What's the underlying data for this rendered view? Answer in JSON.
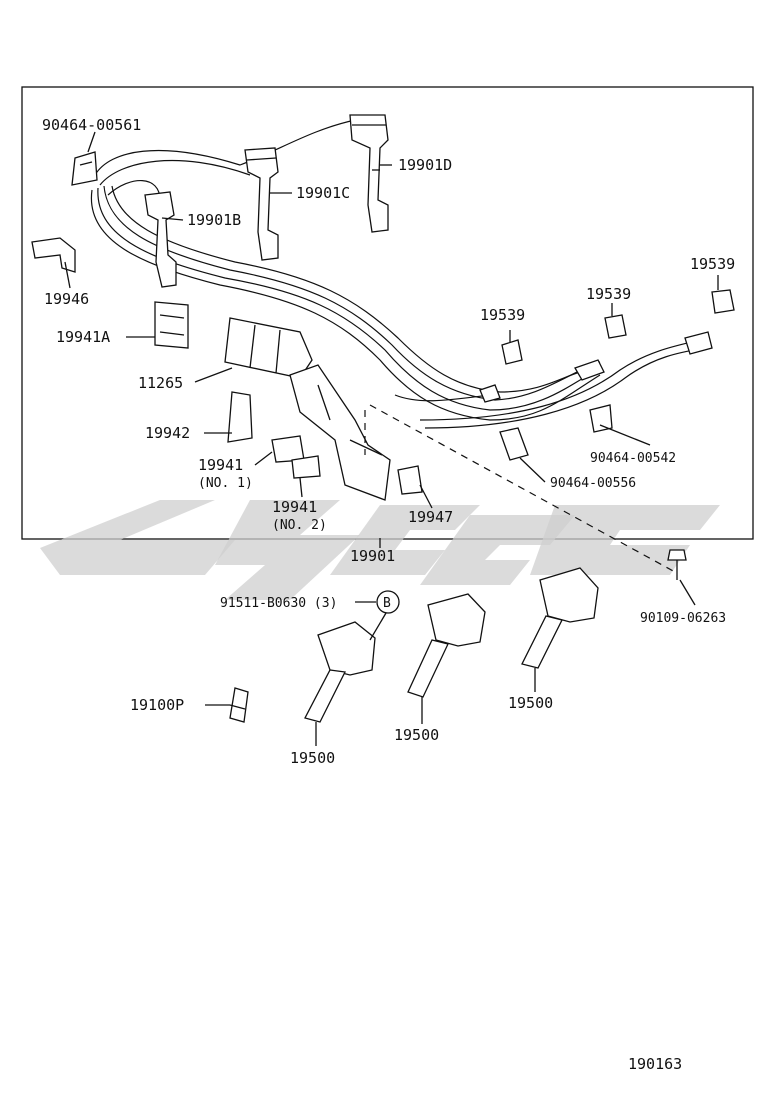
{
  "labels": {
    "p90464_00561": "90464-00561",
    "p19901D": "19901D",
    "p19901C": "19901C",
    "p19901B": "19901B",
    "p19946": "19946",
    "p19539_a": "19539",
    "p19539_b": "19539",
    "p19539_c": "19539",
    "p19941A": "19941A",
    "p11265": "11265",
    "p19942": "19942",
    "p19941_no1": "19941",
    "p19941_no1_note": "(NO. 1)",
    "p19941_no2": "19941",
    "p19941_no2_note": "(NO. 2)",
    "p19947": "19947",
    "p90464_00542": "90464-00542",
    "p90464_00556": "90464-00556",
    "p19901": "19901",
    "p91511_B0630": "91511-B0630 (3)",
    "callout_B": "B",
    "p90109_06263": "90109-06263",
    "p19100P": "19100P",
    "p19500_a": "19500",
    "p19500_b": "19500",
    "p19500_c": "19500",
    "diagram_id": "190163"
  },
  "colors": {
    "line": "#111111",
    "background": "#ffffff",
    "watermark": "#cfcfcf"
  }
}
